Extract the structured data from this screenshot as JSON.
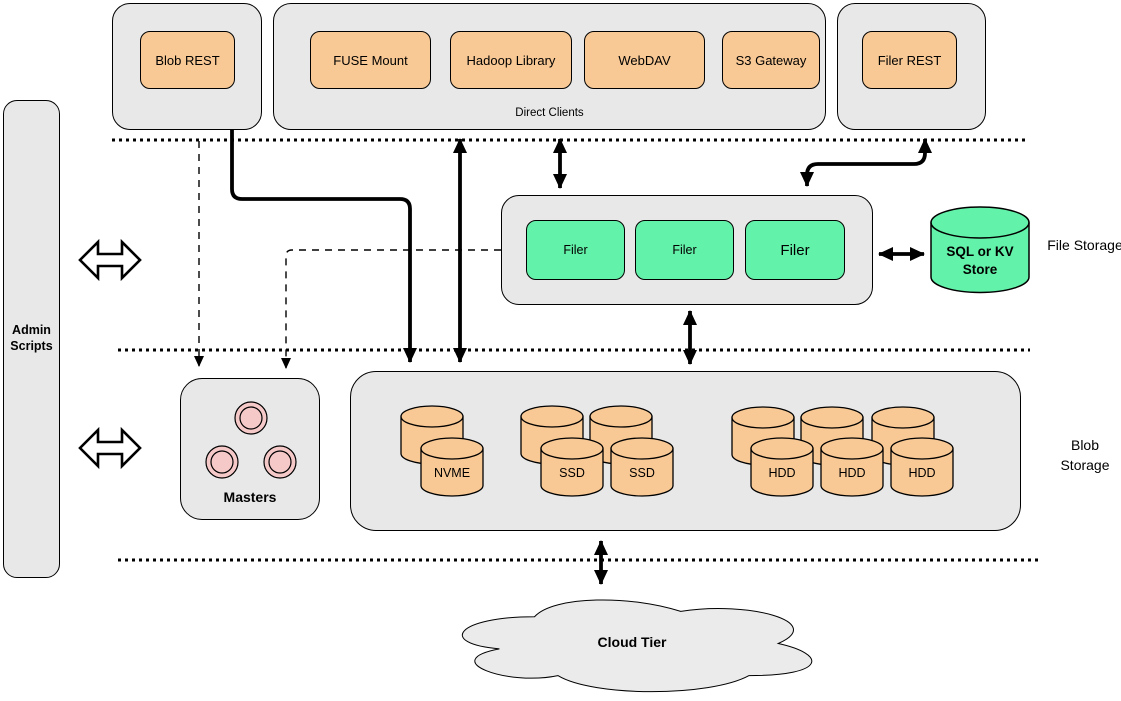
{
  "top_row": {
    "blob_rest": {
      "label": "Blob REST"
    },
    "direct_clients": {
      "label": "Direct Clients",
      "items": [
        "FUSE Mount",
        "Hadoop Library",
        "WebDAV",
        "S3 Gateway"
      ]
    },
    "filer_rest": {
      "label": "Filer REST"
    }
  },
  "admin": {
    "label": "Admin Scripts"
  },
  "file_storage": {
    "tier_label": "File Storage",
    "filers": [
      "Filer",
      "Filer",
      "Filer"
    ],
    "store_label": "SQL or KV Store"
  },
  "masters": {
    "label": "Masters"
  },
  "blob_storage": {
    "tier_label": "Blob Storage",
    "disks": [
      "NVME",
      "SSD",
      "SSD",
      "HDD",
      "HDD",
      "HDD"
    ]
  },
  "cloud": {
    "label": "Cloud Tier"
  },
  "colors": {
    "client_box_fill": "#F9C995",
    "filer_box_fill": "#63F2A9",
    "container_fill": "#E8E8E8",
    "master_node_fill": "#F6C9C9",
    "cloud_fill": "#EBEBEB",
    "line_color": "#000000"
  }
}
